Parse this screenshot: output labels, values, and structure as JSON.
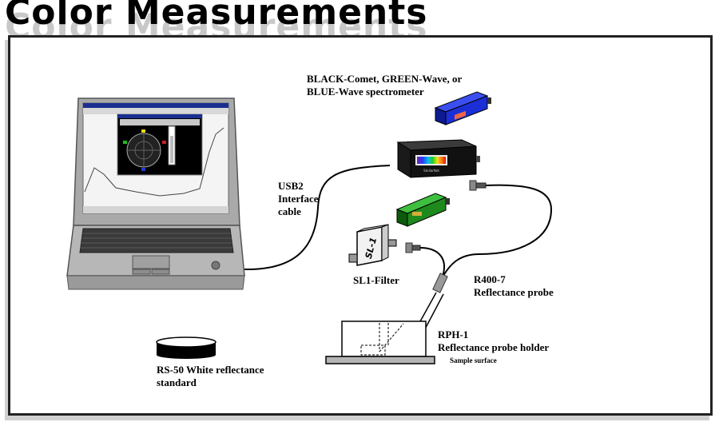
{
  "title": "Color Measurements",
  "labels": {
    "spectrometer": "BLACK-Comet, GREEN-Wave, or\nBLUE-Wave spectrometer",
    "usb": "USB2\nInterface\ncable",
    "sl1": "SL1-Filter",
    "sl1_device": "SL-1",
    "r400": "R400-7\nReflectance probe",
    "rph": "RPH-1\nReflectance probe holder",
    "sample": "Sample surface",
    "rs50": "RS-50 White reflectance\nstandard"
  },
  "colors": {
    "blue_spectrometer": "#1c2fd6",
    "green_spectrometer": "#1e8a1e",
    "black_spectrometer": "#111111"
  }
}
